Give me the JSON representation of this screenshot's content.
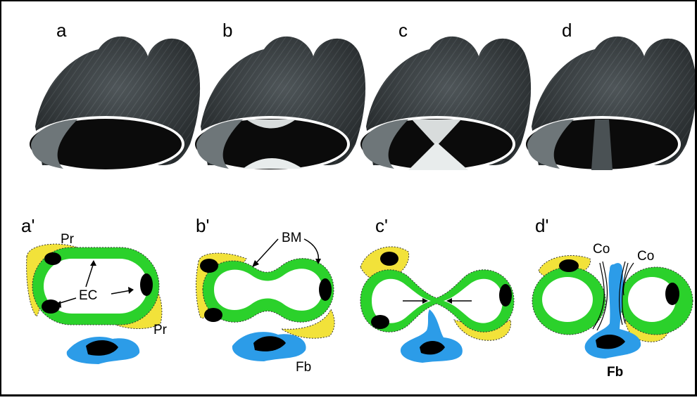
{
  "panels_top": [
    "a",
    "b",
    "c",
    "d"
  ],
  "panels_bottom": [
    "a'",
    "b'",
    "c'",
    "d'"
  ],
  "labels": {
    "pr": "Pr",
    "ec": "EC",
    "bm": "BM",
    "fb": "Fb",
    "co": "Co"
  },
  "colors": {
    "endothelium": "#2bd12b",
    "pericyte": "#f2e23a",
    "fibroblast": "#2c9ce8",
    "nucleus": "#000000",
    "vessel_shading": "#2e3436"
  }
}
